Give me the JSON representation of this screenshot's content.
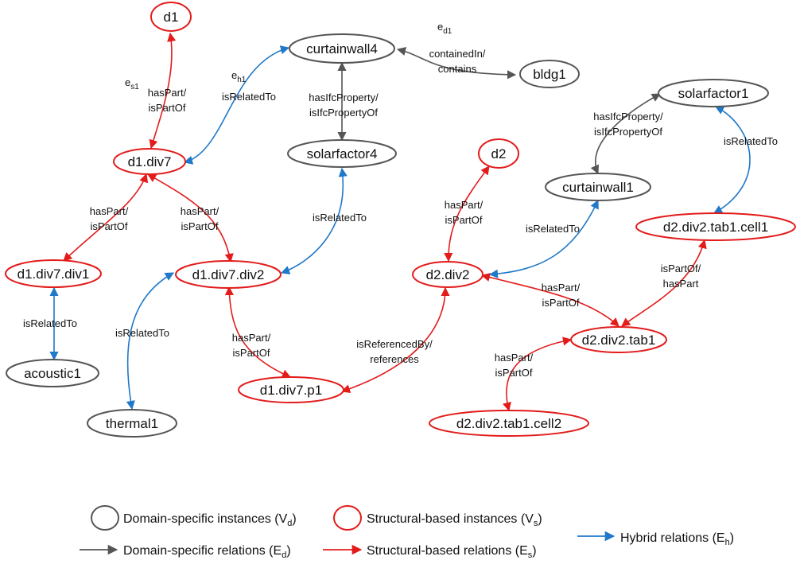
{
  "colors": {
    "domain": "#555555",
    "structural": "#e31b1b",
    "hybrid": "#1f78c8"
  },
  "nodes": {
    "d1": "d1",
    "curtainwall4": "curtainwall4",
    "bldg1": "bldg1",
    "solarfactor4": "solarfactor4",
    "d1_div7": "d1.div7",
    "d1_div7_div1": "d1.div7.div1",
    "d1_div7_div2": "d1.div7.div2",
    "acoustic1": "acoustic1",
    "thermal1": "thermal1",
    "d1_div7_p1": "d1.div7.p1",
    "d2": "d2",
    "d2_div2": "d2.div2",
    "curtainwall1": "curtainwall1",
    "solarfactor1": "solarfactor1",
    "d2_div2_tab1_cell1": "d2.div2.tab1.cell1",
    "d2_div2_tab1": "d2.div2.tab1",
    "d2_div2_tab1_cell2": "d2.div2.tab1.cell2"
  },
  "edge_labels": {
    "d1_div7": [
      "hasPart/",
      "isPartOf"
    ],
    "div7_cw4": [
      "isRelatedTo"
    ],
    "cw4_bldg1": [
      "containedIn/",
      "contains"
    ],
    "cw4_sf4": [
      "hasIfcProperty/",
      "isIfcPropertyOf"
    ],
    "div7_div1": [
      "hasPart/",
      "isPartOf"
    ],
    "div7_div2": [
      "hasPart/",
      "isPartOf"
    ],
    "sf4_div2": [
      "isRelatedTo"
    ],
    "div1_acoustic": [
      "isRelatedTo"
    ],
    "div2_thermal": [
      "isRelatedTo"
    ],
    "div2_p1": [
      "hasPart/",
      "isPartOf"
    ],
    "p1_d2div2": [
      "isReferencedBy/",
      "references"
    ],
    "d2_d2div2": [
      "hasPart/",
      "isPartOf"
    ],
    "d2div2_cw1": [
      "isRelatedTo"
    ],
    "cw1_sf1": [
      "hasIfcProperty/",
      "isIfcPropertyOf"
    ],
    "sf1_cell1": [
      "isRelatedTo"
    ],
    "cell1_tab1": [
      "isPartOf/",
      "hasPart"
    ],
    "d2div2_tab1": [
      "hasPart/",
      "isPartOf"
    ],
    "tab1_cell2": [
      "hasPart/",
      "isPartOf"
    ]
  },
  "symbols": {
    "es1": {
      "base": "e",
      "sub": "s1"
    },
    "eh1": {
      "base": "e",
      "sub": "h1"
    },
    "ed1": {
      "base": "e",
      "sub": "d1"
    }
  },
  "legend": {
    "domain_instances": {
      "text": "Domain-specific instances (V",
      "sub": "d",
      "end": ")"
    },
    "structural_instances": {
      "text": "Structural-based instances (V",
      "sub": "s",
      "end": ")"
    },
    "hybrid_relations": {
      "text": "Hybrid relations (E",
      "sub": "h",
      "end": ")"
    },
    "domain_relations": {
      "text": "Domain-specific relations (E",
      "sub": "d",
      "end": ")"
    },
    "structural_relations": {
      "text": "Structural-based relations (E",
      "sub": "s",
      "end": ")"
    }
  }
}
